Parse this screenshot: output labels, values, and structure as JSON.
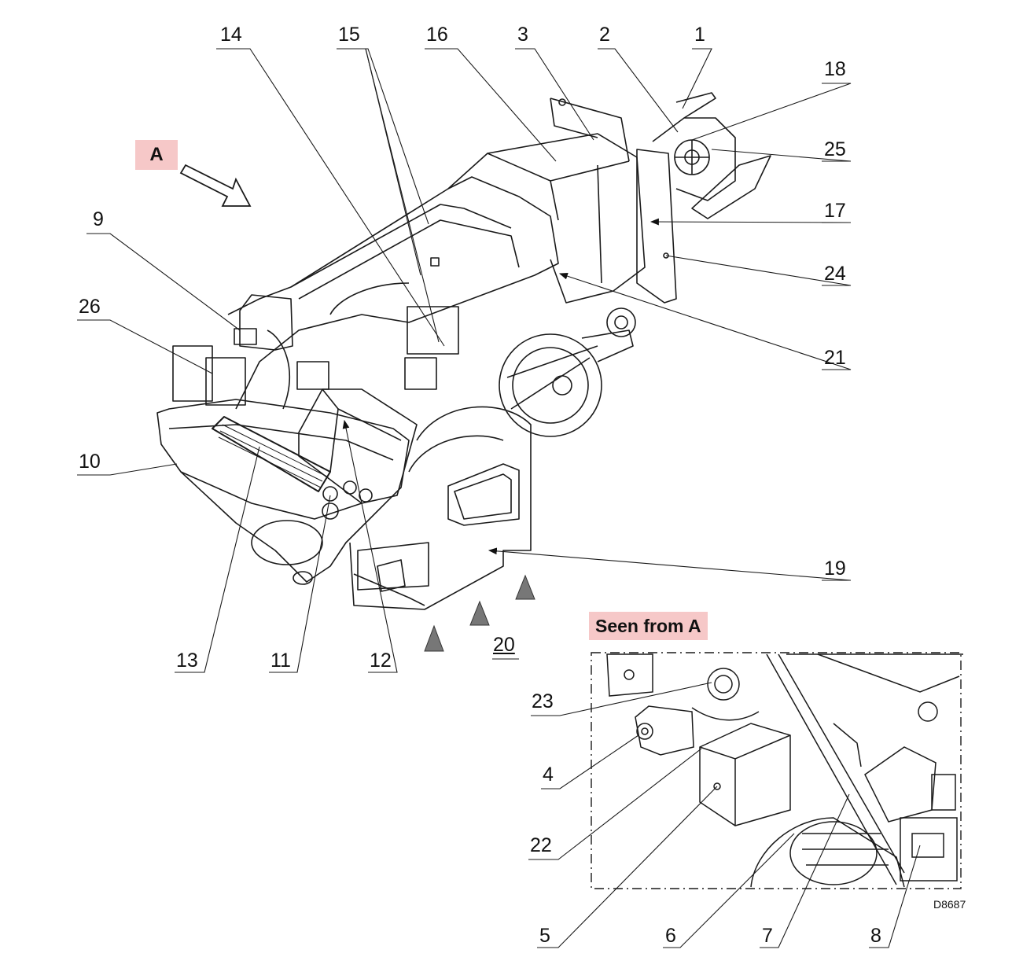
{
  "view_marker": "A",
  "inset_title": "Seen from A",
  "drawing_code": "D8687",
  "callouts": {
    "c1": "1",
    "c2": "2",
    "c3": "3",
    "c4": "4",
    "c5": "5",
    "c6": "6",
    "c7": "7",
    "c8": "8",
    "c9": "9",
    "c10": "10",
    "c11": "11",
    "c12": "12",
    "c13": "13",
    "c14": "14",
    "c15": "15",
    "c16": "16",
    "c17": "17",
    "c18": "18",
    "c19": "19",
    "c20": "20",
    "c21": "21",
    "c22": "22",
    "c23": "23",
    "c24": "24",
    "c25": "25",
    "c26": "26"
  },
  "colors": {
    "highlight": "#f6c8c8",
    "line": "#1a1a1a"
  }
}
